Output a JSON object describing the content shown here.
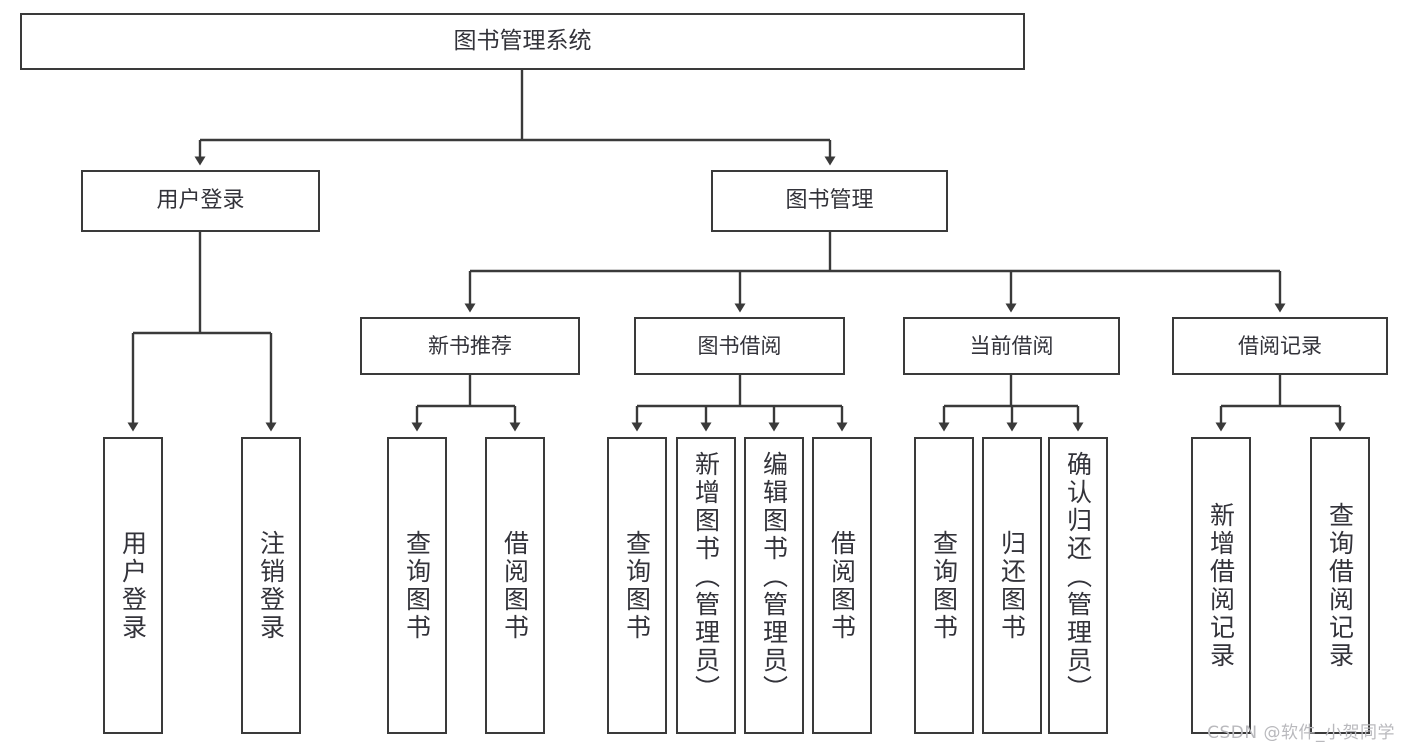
{
  "diagram": {
    "title": "图书管理系统",
    "type": "tree-hierarchy-chart",
    "root": {
      "label": "图书管理系统"
    },
    "level1": [
      {
        "label": "用户登录"
      },
      {
        "label": "图书管理"
      }
    ],
    "level2": [
      {
        "label": "新书推荐"
      },
      {
        "label": "图书借阅"
      },
      {
        "label": "当前借阅"
      },
      {
        "label": "借阅记录"
      }
    ],
    "leaves": [
      {
        "label": "用户登录",
        "parent": "用户登录"
      },
      {
        "label": "注销登录",
        "parent": "用户登录"
      },
      {
        "label": "查询图书",
        "parent": "新书推荐"
      },
      {
        "label": "借阅图书",
        "parent": "新书推荐"
      },
      {
        "label": "查询图书",
        "parent": "图书借阅"
      },
      {
        "label": "新增图书（管理员）",
        "parent": "图书借阅"
      },
      {
        "label": "编辑图书（管理员）",
        "parent": "图书借阅"
      },
      {
        "label": "借阅图书",
        "parent": "图书借阅"
      },
      {
        "label": "查询图书",
        "parent": "当前借阅"
      },
      {
        "label": "归还图书",
        "parent": "当前借阅"
      },
      {
        "label": "确认归还（管理员）",
        "parent": "当前借阅"
      },
      {
        "label": "新增借阅记录",
        "parent": "借阅记录"
      },
      {
        "label": "查询借阅记录",
        "parent": "借阅记录"
      }
    ]
  },
  "watermark": {
    "text": "CSDN @软件_小贺同学"
  },
  "colors": {
    "stroke": "#3a3a3a",
    "text": "#33333a",
    "background": "#ffffff",
    "watermark": "#b9b9bd"
  }
}
